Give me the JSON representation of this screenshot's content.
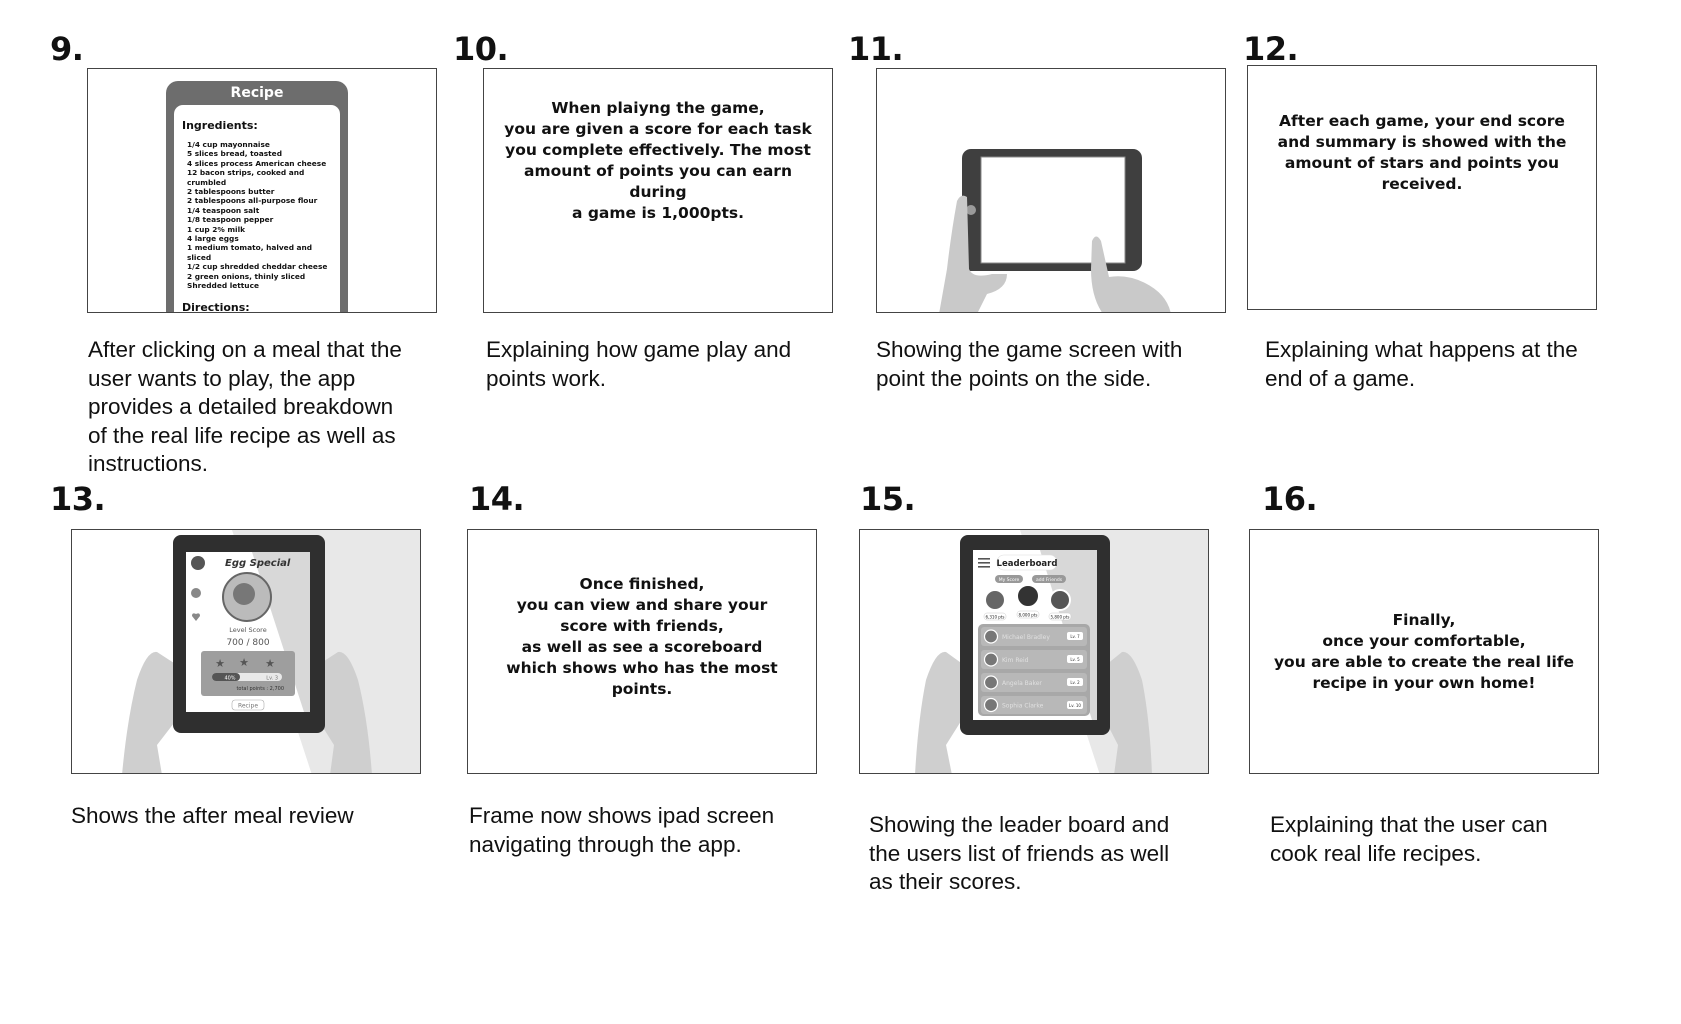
{
  "panels": [
    {
      "number": "9.",
      "caption": "After clicking on a meal that the user wants to play, the app provides a detailed breakdown of the real life recipe as well as instructions.",
      "recipe": {
        "title": "Recipe",
        "ingredients_heading": "Ingredients:",
        "ingredients": [
          "1/4 cup mayonnaise",
          "5 slices bread, toasted",
          "4 slices process American cheese",
          "12 bacon strips, cooked and crumbled",
          "2 tablespoons butter",
          "2 tablespoons all-purpose flour",
          "1/4 teaspoon salt",
          "1/8 teaspoon pepper",
          "1 cup 2% milk",
          "4 large eggs",
          "1 medium tomato, halved and sliced",
          "1/2 cup shredded cheddar cheese",
          "2 green onions, thinly sliced",
          "Shredded lettuce"
        ],
        "directions_heading": "Directions:"
      }
    },
    {
      "number": "10.",
      "frame_text": "When plaiyng the game,\nyou are given a score for each task\nyou complete effectively. The most\namount of points you can earn during\na game is 1,000pts.",
      "caption": "Explaining how game play and points work."
    },
    {
      "number": "11.",
      "caption": "Showing the game screen with point the points on the side."
    },
    {
      "number": "12.",
      "frame_text": "After each game, your end score\nand summary is showed with the\namount of stars and points you\nreceived.",
      "caption": "Explaining what happens at the end of a game."
    },
    {
      "number": "13.",
      "caption": "Shows the after meal review",
      "app": {
        "title": "Egg Special",
        "level_label": "Level Score",
        "level_score": "700 / 800",
        "progress_label": "40%",
        "progress_value": 0.4,
        "level": "Lv. 3",
        "total": "total points : 2,700",
        "recipe_button": "Recipe"
      }
    },
    {
      "number": "14.",
      "frame_text": "Once finished,\nyou can view and share your\nscore with friends,\nas well as see a scoreboard\nwhich shows who has the most points.",
      "caption": "Frame now shows ipad screen navigating through the app."
    },
    {
      "number": "15.",
      "caption": "Showing the leader board and the users list of friends as well as their scores.",
      "leaderboard": {
        "title": "Leaderboard",
        "tabs": [
          "My Score",
          "add Friends"
        ],
        "top_scores": [
          "6,310 pts",
          "8,000 pts",
          "5,800 pts"
        ],
        "friends": [
          {
            "name": "Michael Bradley",
            "level": "Lv. 7"
          },
          {
            "name": "Kim Reid",
            "level": "Lv. 5"
          },
          {
            "name": "Angela Baker",
            "level": "Lv. 2"
          },
          {
            "name": "Sophia Clarke",
            "level": "Lv. 10"
          }
        ]
      }
    },
    {
      "number": "16.",
      "frame_text": "Finally,\nonce your comfortable,\nyou are able to create the real life\nrecipe in your own home!",
      "caption": "Explaining that the user can cook real life recipes."
    }
  ]
}
